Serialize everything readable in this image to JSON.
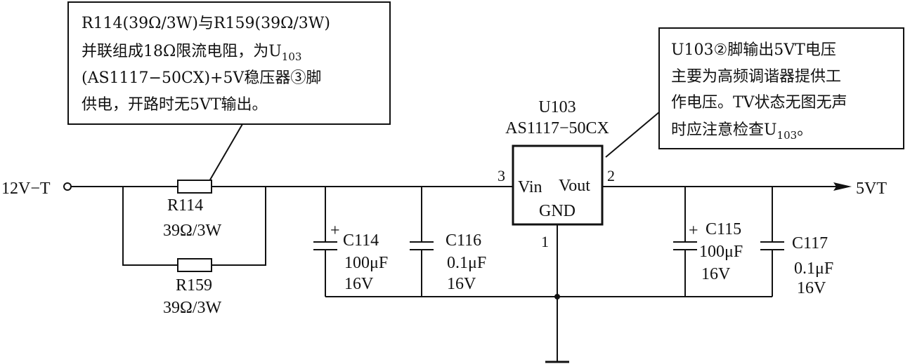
{
  "note_left": {
    "lines": [
      "R114(39Ω/3W)与R159(39Ω/3W)",
      "并联组成18Ω限流电阻，为U",
      "(AS1117−50CX)+5V稳压器③脚",
      "供电，开路时无5VT输出。"
    ],
    "line2_sub": "103"
  },
  "note_right": {
    "lines": [
      "U103②脚输出5VT电压",
      "主要为高频调谐器提供工",
      "作电压。TV状态无图无声",
      "时应注意检查U"
    ],
    "line4_sub": "103",
    "line4_tail": "。"
  },
  "input": {
    "label": "12V−T"
  },
  "output": {
    "label": "5VT"
  },
  "resistors": [
    {
      "ref": "R114",
      "value": "39Ω/3W"
    },
    {
      "ref": "R159",
      "value": "39Ω/3W"
    }
  ],
  "capacitors": [
    {
      "ref": "C114",
      "value": "100μF",
      "voltage": "16V",
      "polar_mark": "+"
    },
    {
      "ref": "C116",
      "value": "0.1μF",
      "voltage": "16V"
    },
    {
      "ref": "C115",
      "value": "100μF",
      "voltage": "16V",
      "polar_mark": "+"
    },
    {
      "ref": "C117",
      "value": "0.1μF",
      "voltage": "16V"
    }
  ],
  "regulator": {
    "ref": "U103",
    "part": "AS1117−50CX",
    "pin_vin": "Vin",
    "pin_vout": "Vout",
    "pin_gnd": "GND",
    "pin_in_num": "3",
    "pin_out_num": "2",
    "pin_gnd_num": "1"
  }
}
